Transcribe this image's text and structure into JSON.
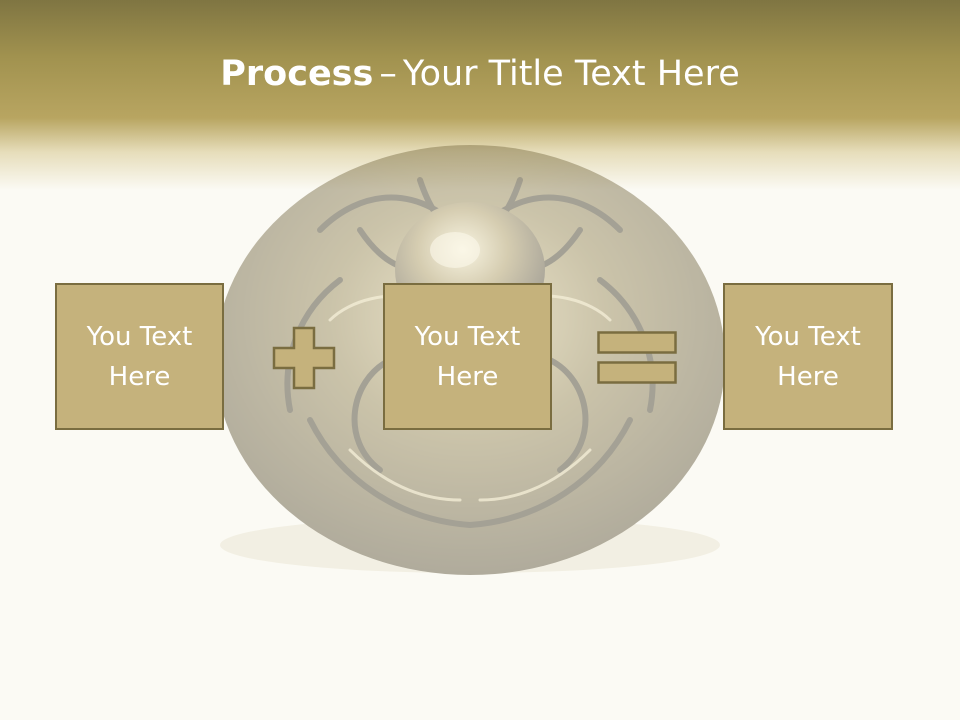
{
  "title": {
    "bold": "Process",
    "separator": "–",
    "rest": "Your Title Text Here"
  },
  "process_boxes": [
    {
      "line1": "You Text",
      "line2": "Here"
    },
    {
      "line1": "You Text",
      "line2": "Here"
    },
    {
      "line1": "You Text",
      "line2": "Here"
    }
  ],
  "operators": [
    "plus-icon",
    "equals-icon"
  ],
  "colors": {
    "header_top": "#7f7542",
    "header_bottom": "#b8a561",
    "box_fill": "#c5b27c",
    "box_border": "#7a6d40",
    "background": "#fbfaf4",
    "text": "#ffffff"
  },
  "background_image": "brass-ornament-knob"
}
